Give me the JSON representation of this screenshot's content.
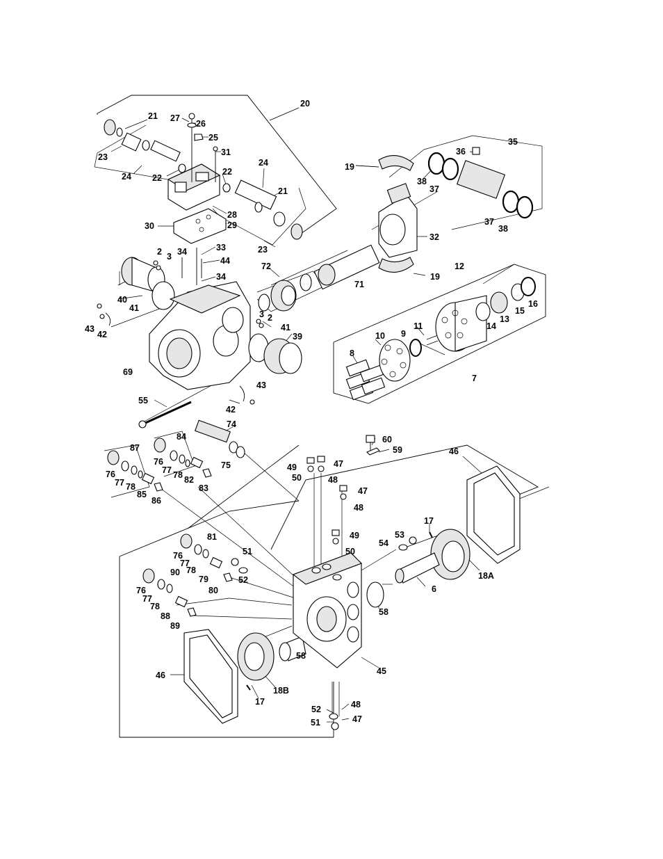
{
  "diagram": {
    "callouts": [
      "20",
      "21",
      "27",
      "26",
      "25",
      "31",
      "23",
      "24",
      "22",
      "24",
      "22",
      "21",
      "28",
      "29",
      "30",
      "23",
      "2",
      "3",
      "34",
      "33",
      "44",
      "34",
      "72",
      "71",
      "19",
      "36",
      "35",
      "38",
      "37",
      "32",
      "37",
      "38",
      "19",
      "12",
      "16",
      "15",
      "13",
      "14",
      "40",
      "41",
      "43",
      "42",
      "3",
      "2",
      "41",
      "39",
      "11",
      "9",
      "10",
      "8",
      "7",
      "69",
      "55",
      "42",
      "43",
      "74",
      "60",
      "59",
      "87",
      "84",
      "76",
      "77",
      "78",
      "82",
      "83",
      "75",
      "76",
      "77",
      "78",
      "85",
      "86",
      "49",
      "50",
      "47",
      "48",
      "47",
      "48",
      "46",
      "17",
      "49",
      "50",
      "53",
      "54",
      "81",
      "76",
      "77",
      "78",
      "79",
      "80",
      "51",
      "52",
      "90",
      "76",
      "77",
      "78",
      "88",
      "89",
      "18A",
      "6",
      "58",
      "58",
      "45",
      "46",
      "18B",
      "17",
      "52",
      "51",
      "48",
      "47"
    ]
  }
}
